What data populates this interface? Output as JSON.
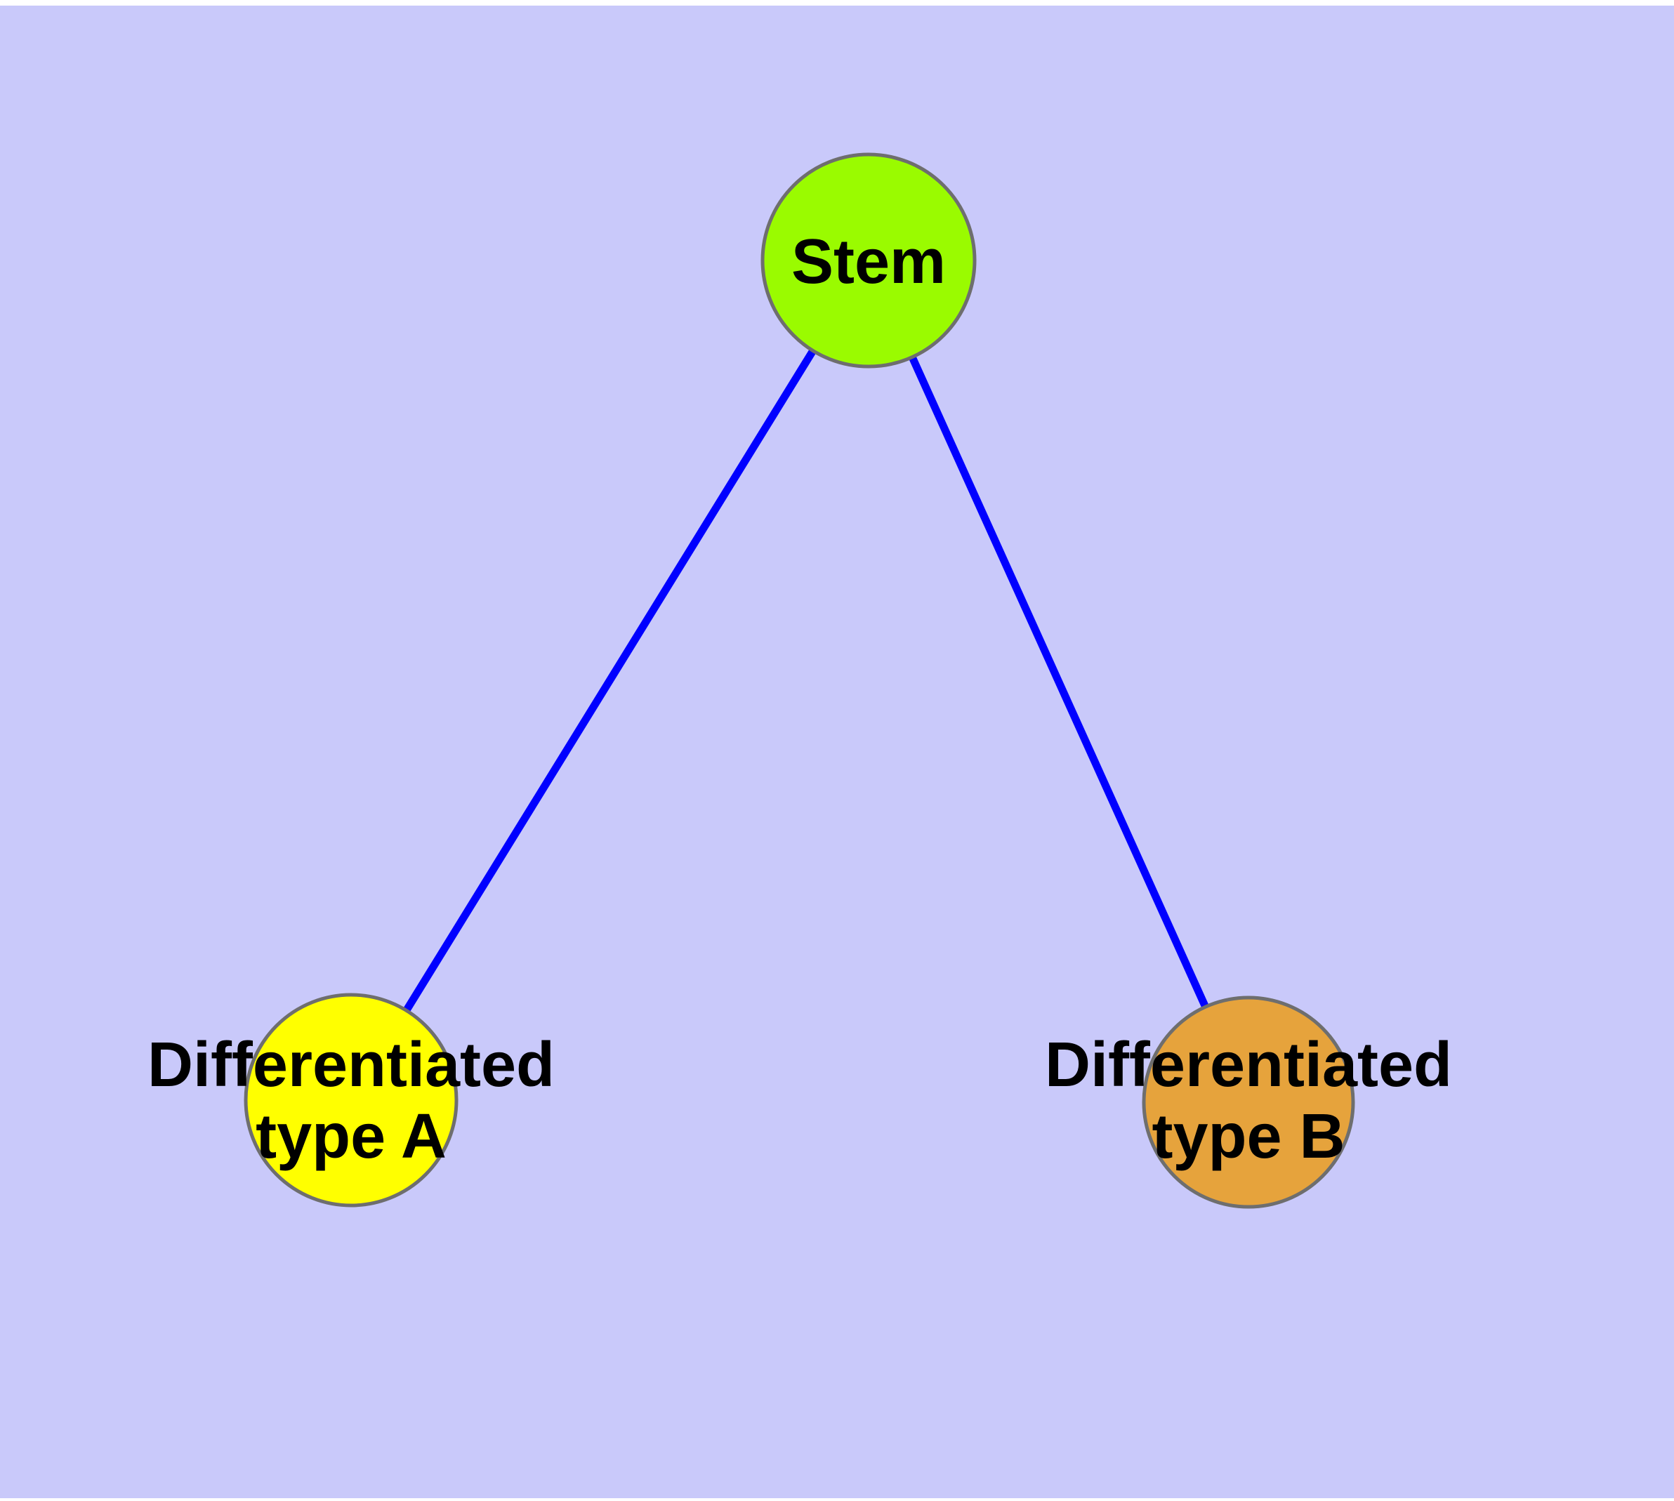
{
  "diagram": {
    "background_color": "#C9C9FA",
    "frame_color": "#FFFFFF",
    "edge_color": "#0000FF",
    "node_border_color": "#6E6E6E",
    "label_color": "#000000",
    "nodes": [
      {
        "id": "stem",
        "label": "Stem",
        "fill": "#9AFB00",
        "shape": "circle"
      },
      {
        "id": "differentiated-type-a",
        "label_line1": "Differentiated",
        "label_line2": "type A",
        "fill": "#FFFF00",
        "shape": "circle"
      },
      {
        "id": "differentiated-type-b",
        "label_line1": "Differentiated",
        "label_line2": "type B",
        "fill": "#E6A33C",
        "shape": "circle"
      }
    ],
    "edges": [
      {
        "from": "Stem",
        "to": "Differentiated type A"
      },
      {
        "from": "Stem",
        "to": "Differentiated type B"
      }
    ]
  }
}
